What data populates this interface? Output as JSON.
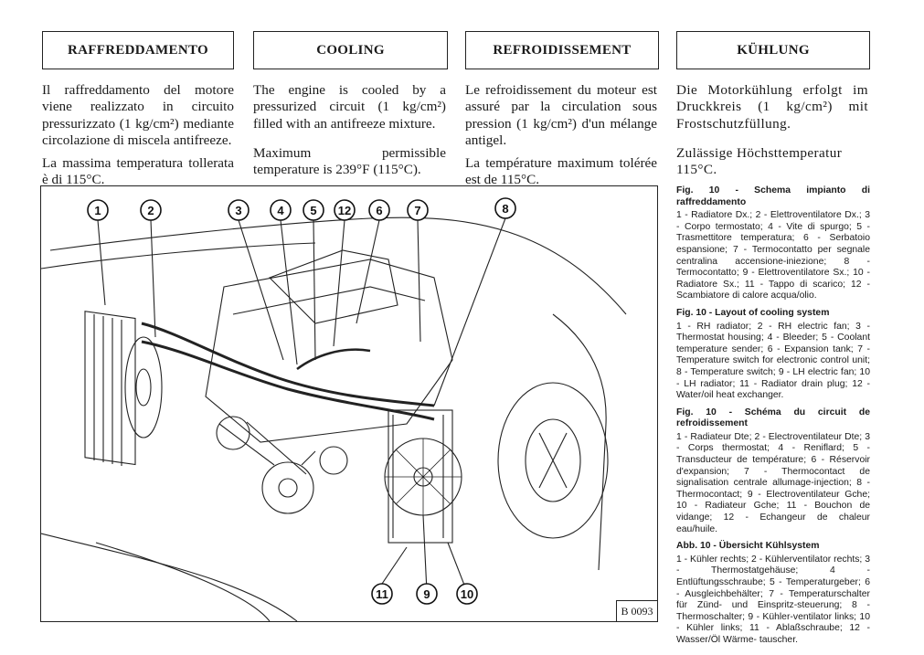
{
  "headers": {
    "it": "RAFFREDDAMENTO",
    "en": "COOLING",
    "fr": "REFROIDISSEMENT",
    "de": "KÜHLUNG"
  },
  "columns": {
    "it": {
      "p1": "Il raffreddamento del motore viene realizzato in circuito pressurizzato (1 kg/cm²) mediante circolazione di miscela antifreeze.",
      "p2": "La massima temperatura tollerata è di 115°C."
    },
    "en": {
      "p1": "The engine is cooled by a pressurized circuit (1 kg/cm²) filled with an antifreeze mixture.",
      "p2": "Maximum permissible temperature is 239°F (115°C)."
    },
    "fr": {
      "p1": "Le refroidissement du moteur est assuré par la circulation sous pression (1 kg/cm²) d'un mélange antigel.",
      "p2": "La température maximum tolérée est de 115°C."
    },
    "de": {
      "p1": "Die Motorkühlung erfolgt im Druckkreis (1 kg/cm²) mit Frostschutzfüllung.",
      "p2": "Zulässige Höchsttemperatur 115°C."
    }
  },
  "figure": {
    "code": "B 0093",
    "callouts": [
      "1",
      "2",
      "3",
      "4",
      "5",
      "12",
      "6",
      "7",
      "8",
      "11",
      "9",
      "10"
    ]
  },
  "legend": [
    {
      "caption": "Fig. 10 - Schema impianto di raffreddamento",
      "text": "1 - Radiatore Dx.; 2 - Elettroventilatore Dx.; 3 - Corpo termostato; 4 - Vite di spurgo; 5 - Trasmettitore temperatura; 6 - Serbatoio espansione; 7 - Termocontatto per segnale centralina accensione-iniezione; 8 - Termocontatto; 9 - Elettroventilatore Sx.; 10 - Radiatore Sx.; 11 - Tappo di scarico; 12 - Scambiatore di calore acqua/olio."
    },
    {
      "caption": "Fig. 10 - Layout of cooling system",
      "text": "1 - RH radiator; 2 - RH electric fan; 3 - Thermostat housing; 4 - Bleeder; 5 - Coolant temperature sender; 6 - Expansion tank; 7 - Temperature switch for electronic control unit; 8 - Temperature switch; 9 - LH electric fan; 10 - LH radiator; 11 - Radiator drain plug; 12 - Water/oil heat exchanger."
    },
    {
      "caption": "Fig. 10 - Schéma du circuit de refroidissement",
      "text": "1 - Radiateur Dte; 2 - Electroventilateur Dte; 3 - Corps thermostat; 4 - Reniflard; 5 - Transducteur de température; 6 - Réservoir d'expansion; 7 - Thermocontact de signalisation centrale allumage-injection; 8 - Thermocontact; 9 - Electroventilateur Gche; 10 - Radiateur Gche; 11 - Bouchon de vidange; 12 - Echangeur de chaleur eau/huile."
    },
    {
      "caption": "Abb. 10 - Übersicht Kühlsystem",
      "text": "1 - Kühler rechts; 2 - Kühlerventilator rechts; 3 - Thermostatgehäuse; 4 - Entlüftungsschraube; 5 - Temperaturgeber; 6 - Ausgleichbehälter; 7 - Temperaturschalter für Zünd- und Einspritz-steuerung; 8 - Thermoschalter; 9 - Kühler-ventilator links; 10 - Kühler links; 11 - Ablaßschraube; 12 - Wasser/Öl Wärme- tauscher."
    }
  ]
}
